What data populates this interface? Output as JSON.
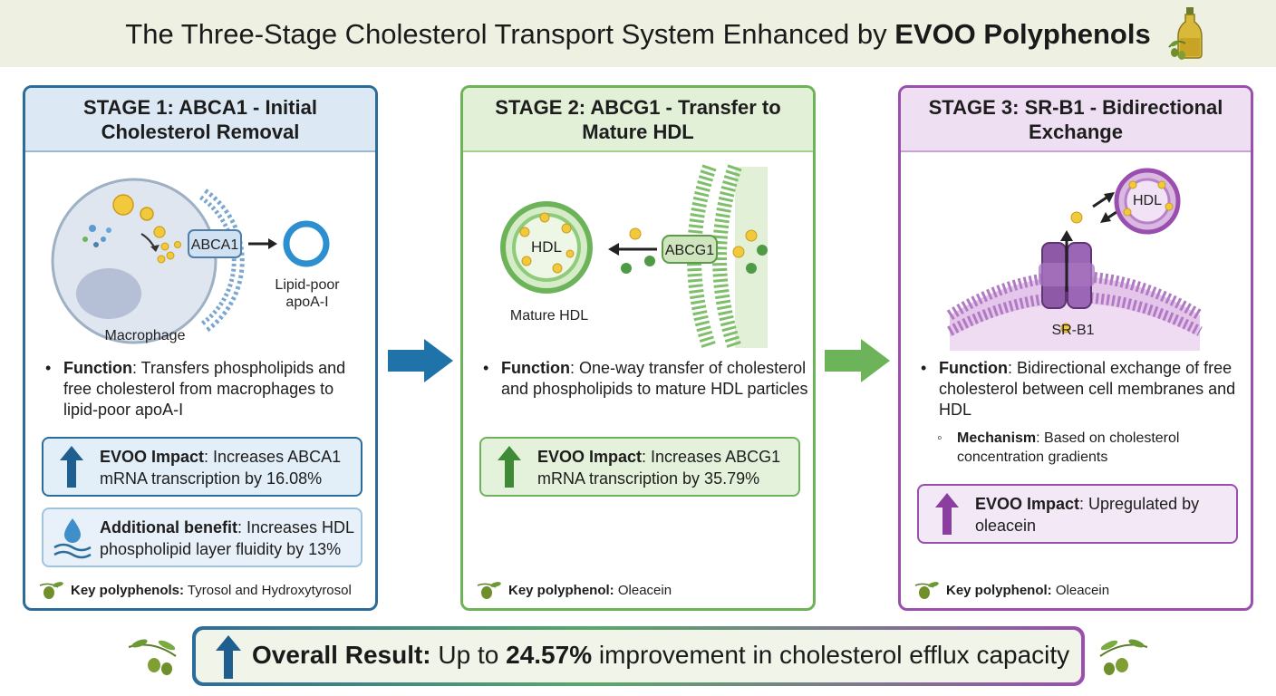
{
  "title": {
    "prefix": "The Three-Stage Cholesterol Transport System Enhanced by ",
    "emphasis": "EVOO Polyphenols",
    "icon": "olive-oil-bottle-icon"
  },
  "stages": [
    {
      "title": "STAGE 1: ABCA1 - Initial Cholesterol Removal",
      "labels": {
        "cell": "Macrophage",
        "transporter": "ABCA1",
        "acceptor": "Lipid-poor apoA-I"
      },
      "function_label": "Function",
      "function_text": ": Transfers phospholipids and free cholesterol from macrophages to lipid-poor apoA-I",
      "impact_label": "EVOO Impact",
      "impact_text": ": Increases ABCA1 mRNA transcription by 16.08%",
      "extra_label": "Additional benefit",
      "extra_text": ": Increases HDL phospholipid layer fluidity by 13%",
      "key_label": "Key polyphenols:",
      "key_text": " Tyrosol and Hydroxytyrosol"
    },
    {
      "title": "STAGE 2: ABCG1 - Transfer to Mature HDL",
      "labels": {
        "particle": "HDL",
        "particle_caption": "Mature HDL",
        "transporter": "ABCG1"
      },
      "function_label": "Function",
      "function_text": ": One-way transfer of cholesterol and phospholipids to mature HDL particles",
      "impact_label": "EVOO Impact",
      "impact_text": ": Increases ABCG1 mRNA transcription by 35.79%",
      "key_label": "Key polyphenol:",
      "key_text": " Oleacein"
    },
    {
      "title": "STAGE 3: SR-B1 - Bidirectional Exchange",
      "labels": {
        "particle": "HDL",
        "transporter": "SR-B1"
      },
      "function_label": "Function",
      "function_text": ": Bidirectional exchange of free cholesterol between cell membranes and HDL",
      "mechanism_label": "Mechanism",
      "mechanism_text": ": Based on cholesterol concentration gradients",
      "impact_label": "EVOO Impact",
      "impact_text": ": Upregulated by oleacein",
      "key_label": "Key polyphenol:",
      "key_text": " Oleacein"
    }
  ],
  "result": {
    "label": "Overall Result:",
    "pre": " Up to ",
    "value": "24.57%",
    "post": " improvement in cholesterol efflux capacity"
  },
  "colors": {
    "stage1": "#2c6c9a",
    "stage2": "#6db35a",
    "stage3": "#9a4fae",
    "cholesterol": "#f2c93c"
  }
}
